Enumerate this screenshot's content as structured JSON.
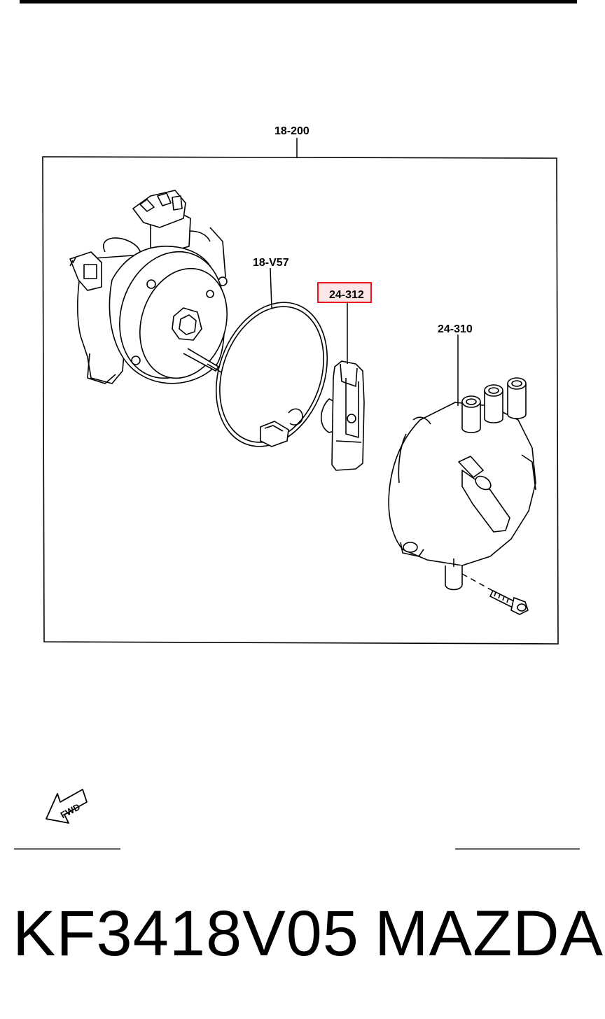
{
  "labels": {
    "assembly": "18-200",
    "gasket": "18-V57",
    "rotor": "24-312",
    "cap": "24-310"
  },
  "highlighted_label": "24-312",
  "fwd_text": "FWD",
  "footer": {
    "part_number": "KF3418V05",
    "brand": "MAZDA"
  },
  "colors": {
    "highlight_border": "#e8141c",
    "highlight_fill": "#fbe6e8"
  }
}
